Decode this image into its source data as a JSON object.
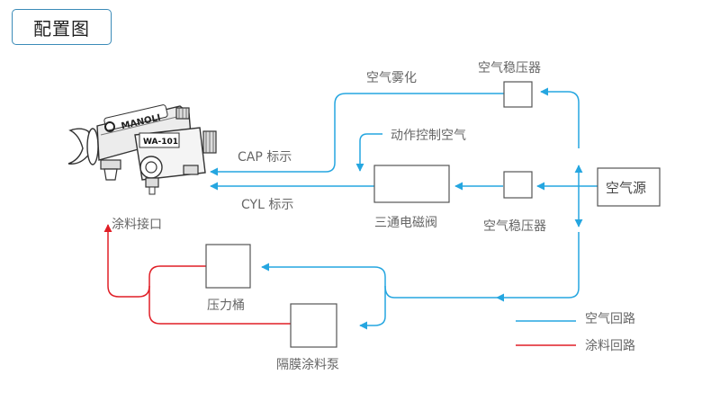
{
  "title": "配置图",
  "colors": {
    "air": "#25a6e0",
    "paint": "#e01e26",
    "box": "#555555",
    "text": "#666666"
  },
  "gun": {
    "brand": "MANOLI",
    "model": "WA-101"
  },
  "labels": {
    "air_atomize": "空气雾化",
    "regulator_top": "空气稳压器",
    "action_control_air": "动作控制空气",
    "cap": "CAP 标示",
    "cyl": "CYL 标示",
    "solenoid_valve": "三通电磁阀",
    "regulator_bottom": "空气稳压器",
    "air_source": "空气源",
    "paint_inlet": "涂料接口",
    "pressure_tank": "压力桶",
    "diaphragm_pump": "隔膜涂料泵"
  },
  "legend": [
    {
      "label": "空气回路",
      "color": "#25a6e0"
    },
    {
      "label": "涂料回路",
      "color": "#e01e26"
    }
  ]
}
